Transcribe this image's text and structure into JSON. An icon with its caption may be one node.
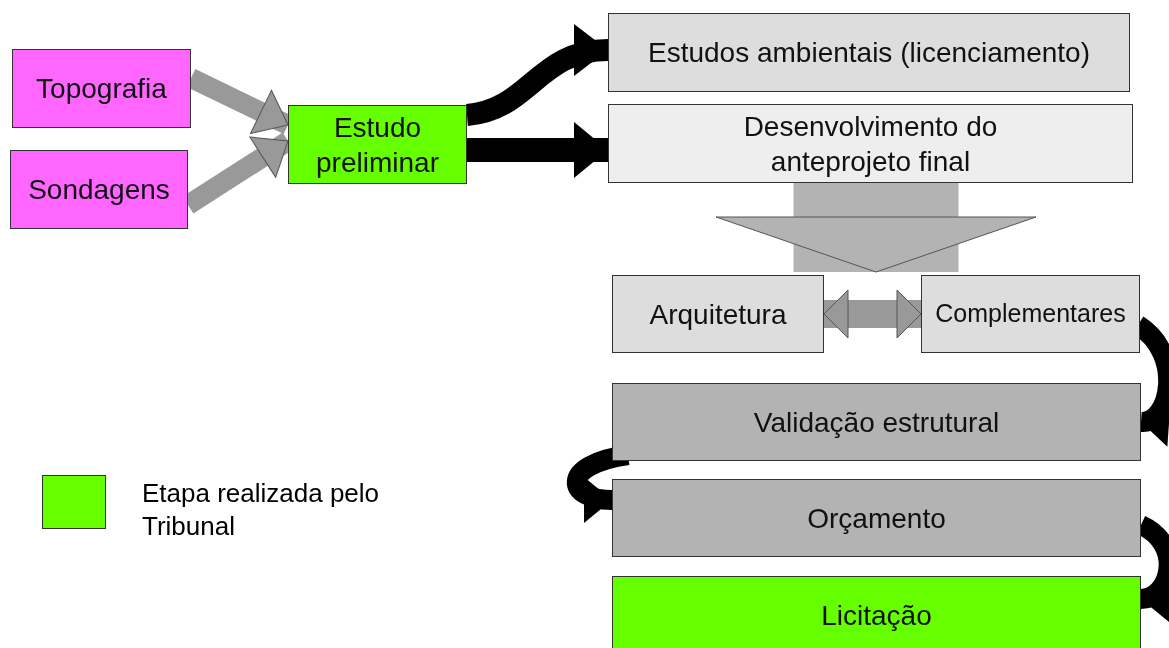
{
  "diagram": {
    "nodes": [
      {
        "text": [
          "Topografia"
        ]
      },
      {
        "text": [
          "Sondagens"
        ]
      },
      {
        "text": [
          "Estudo preliminar"
        ]
      },
      {
        "text": [
          "Estudos ambientais (licenciamento)"
        ]
      },
      {
        "text": [
          "Desenvolvimento do anteprojeto final"
        ]
      },
      {
        "text": [
          "Arquitetura"
        ]
      },
      {
        "text": [
          "Complementares"
        ]
      },
      {
        "text": [
          "Validação estrutural"
        ]
      },
      {
        "text": [
          "Orçamento"
        ]
      },
      {
        "text": [
          "Licitação"
        ]
      }
    ],
    "edges": [
      {
        "from": 0,
        "to": 2,
        "arrow": "to",
        "color": "#999999"
      },
      {
        "from": 1,
        "to": 2,
        "arrow": "to",
        "color": "#999999"
      },
      {
        "from": 2,
        "to": 3,
        "arrow": "to"
      },
      {
        "from": 2,
        "to": 4,
        "arrow": "to"
      },
      {
        "from": 4,
        "to": 5,
        "arrow": "to",
        "style": "thick",
        "color": "#b3b3b3"
      },
      {
        "from": 4,
        "to": 6,
        "arrow": "to",
        "style": "thick",
        "color": "#b3b3b3"
      },
      {
        "from": 5,
        "to": 6,
        "arrow": "both",
        "color": "#999999"
      },
      {
        "from": 6,
        "to": 7,
        "arrow": "to"
      },
      {
        "from": 7,
        "to": 8,
        "arrow": "to"
      },
      {
        "from": 8,
        "to": 9,
        "arrow": "to"
      }
    ],
    "legend": [
      {
        "text": "Etapa realizada pelo Tribunal",
        "color": "#66ff00"
      }
    ]
  }
}
